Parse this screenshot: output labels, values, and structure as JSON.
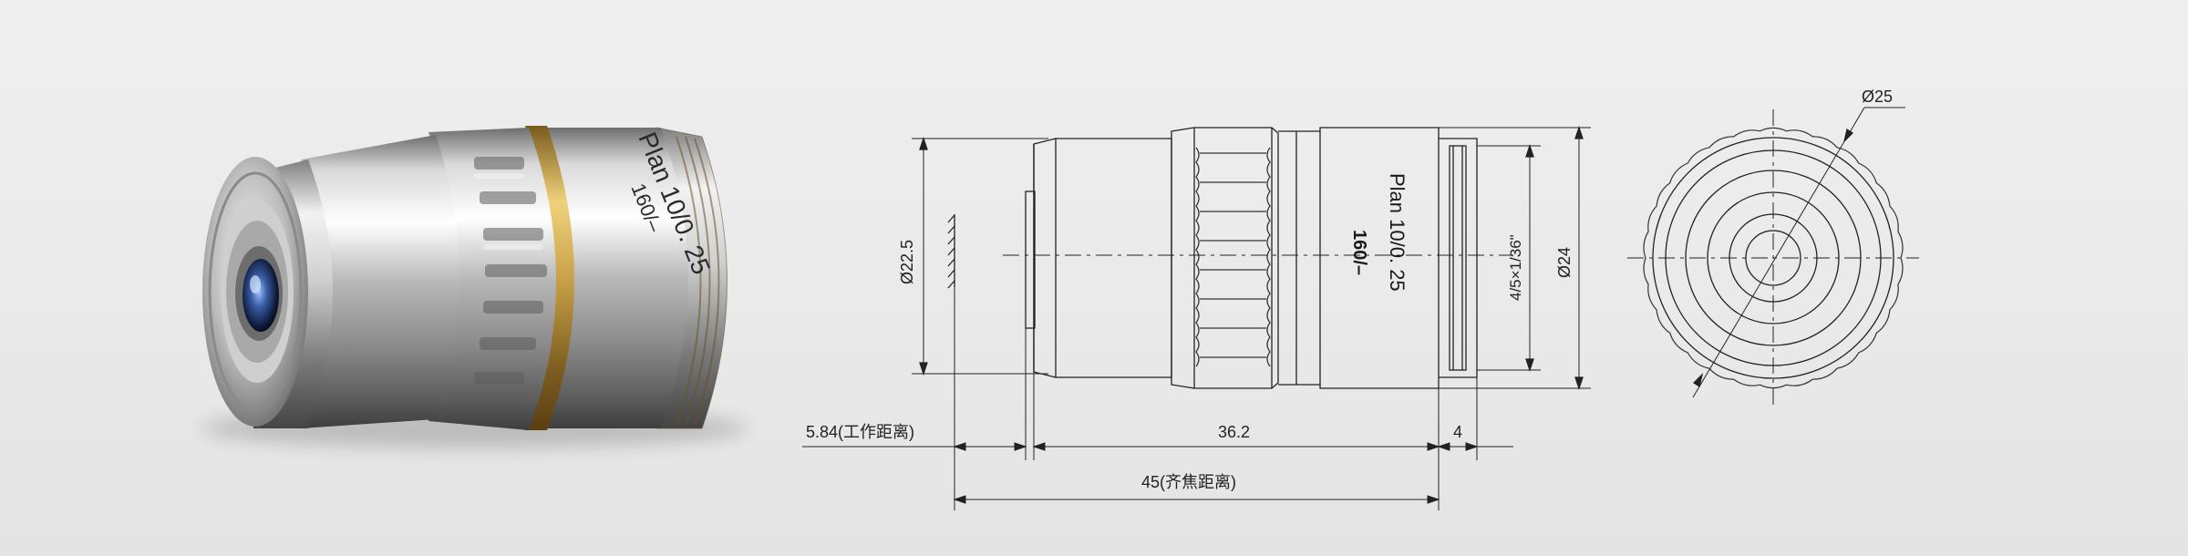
{
  "lens": {
    "engraving_line1": "Plan 10/0. 25",
    "engraving_line2": "160/–"
  },
  "drawing": {
    "diameter_front": "Ø22.5",
    "diameter_body": "Ø24",
    "thread": "4/5×1/36\"",
    "working_distance": "5.84(工作距离)",
    "length_body": "36.2",
    "length_thread": "4",
    "parfocal_distance": "45(齐焦距离)",
    "endview_diameter": "Ø25"
  },
  "colors": {
    "line": "#222222",
    "gold_band": "#c9a24a",
    "background": "#ececec"
  }
}
